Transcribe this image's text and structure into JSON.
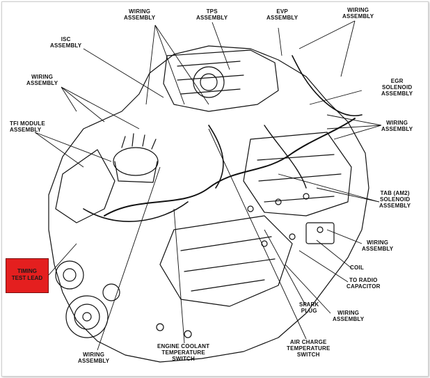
{
  "labels": {
    "wiring_top": "WIRING\nASSEMBLY",
    "tps": "TPS\nASSEMBLY",
    "evp": "EVP\nASSEMBLY",
    "wiring_top_right": "WIRING\nASSEMBLY",
    "isc": "ISC\nASSEMBLY",
    "egr": "EGR\nSOLENOID\nASSEMBLY",
    "wiring_left": "WIRING\nASSEMBLY",
    "tfi": "TFI MODULE\nASSEMBLY",
    "wiring_right": "WIRING\nASSEMBLY",
    "tab_am2": "TAB (AM2)\nSOLENOID\nASSEMBLY",
    "wiring_right_lower": "WIRING\nASSEMBLY",
    "coil": "COIL",
    "radio_cap": "TO RADIO\nCAPACITOR",
    "spark_plug": "SPARK\nPLUG",
    "wiring_bottom_right": "WIRING\nASSEMBLY",
    "air_charge": "AIR CHARGE\nTEMPERATURE\nSWITCH",
    "engine_coolant": "ENGINE COOLANT\nTEMPERATURE\nSWITCH",
    "wiring_bottom_left": "WIRING\nASSEMBLY",
    "timing_test_lead": "TIMING\nTEST LEAD"
  },
  "colors": {
    "highlight": "#e41f1f",
    "ink": "#111111"
  }
}
